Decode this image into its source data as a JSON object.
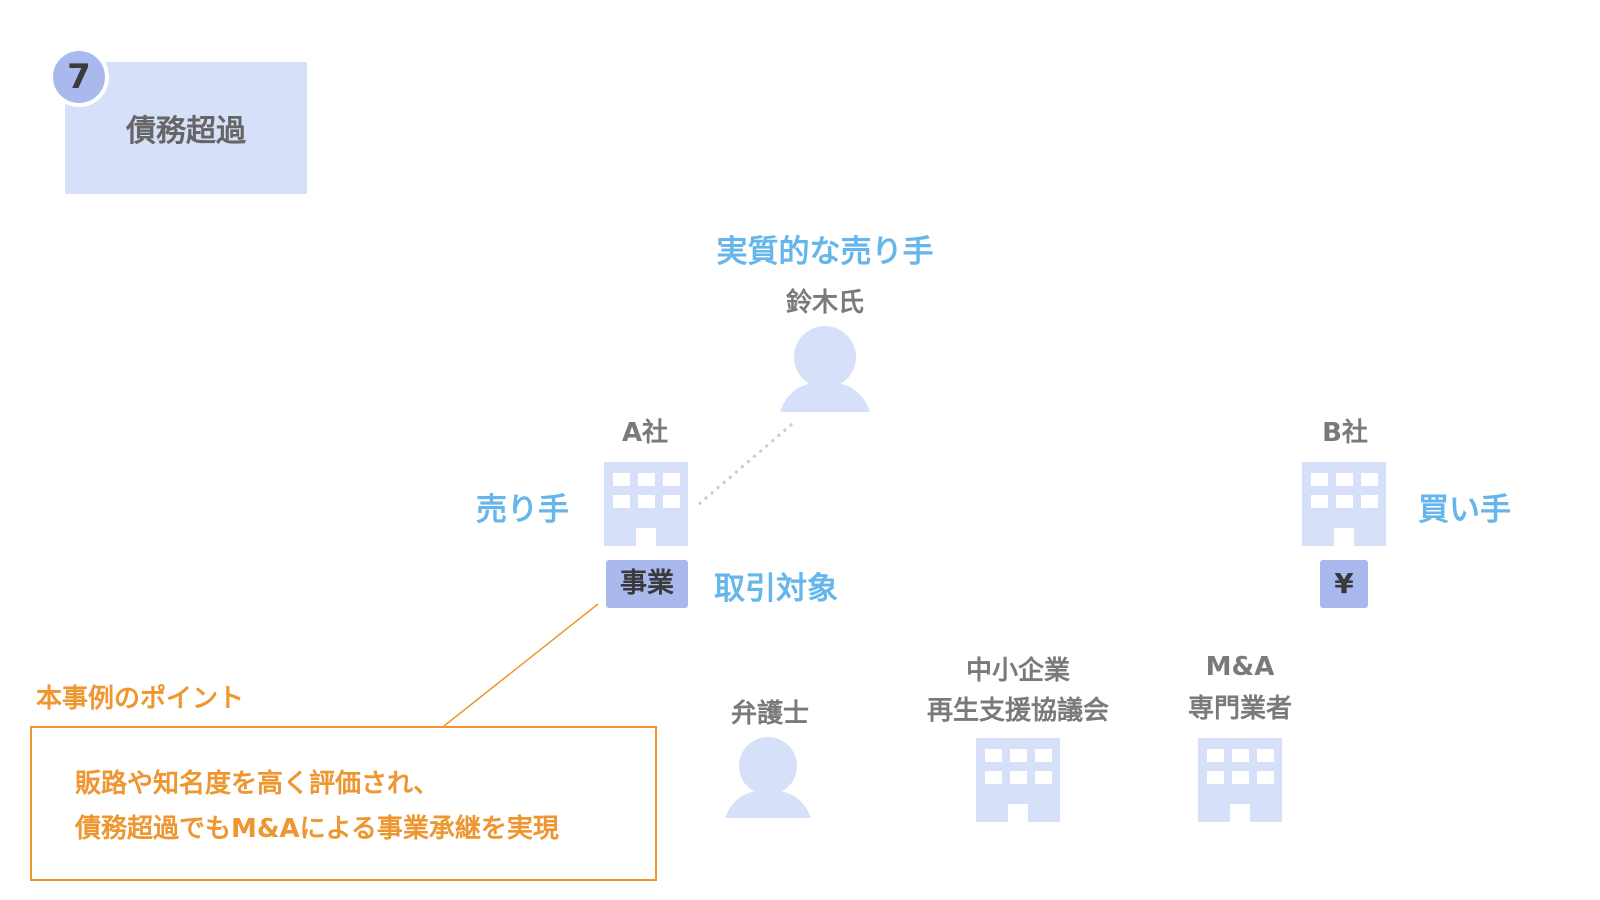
{
  "case": {
    "number": "7",
    "title": "債務超過"
  },
  "seller_side": {
    "real_seller_label": "実質的な売り手",
    "person_name": "鈴木氏",
    "company_name": "A社",
    "role_label": "売り手",
    "business_tag": "事業",
    "target_label": "取引対象"
  },
  "buyer_side": {
    "company_name": "B社",
    "role_label": "買い手",
    "payment_tag": "¥"
  },
  "supporters": {
    "lawyer": "弁護士",
    "council_line1": "中小企業",
    "council_line2": "再生支援協議会",
    "ma_line1": "M&A",
    "ma_line2": "専門業者"
  },
  "point": {
    "heading": "本事例のポイント",
    "line1": "販路や知名度を高く評価され、",
    "line2": "債務超過でもM&Aによる事業承継を実現"
  },
  "colors": {
    "icon_fill": "#d6e0f8",
    "tag_fill": "#a9b9ee",
    "accent_blue": "#66b6ec",
    "accent_orange": "#ee9630",
    "text_gray": "#7a7a7a"
  }
}
